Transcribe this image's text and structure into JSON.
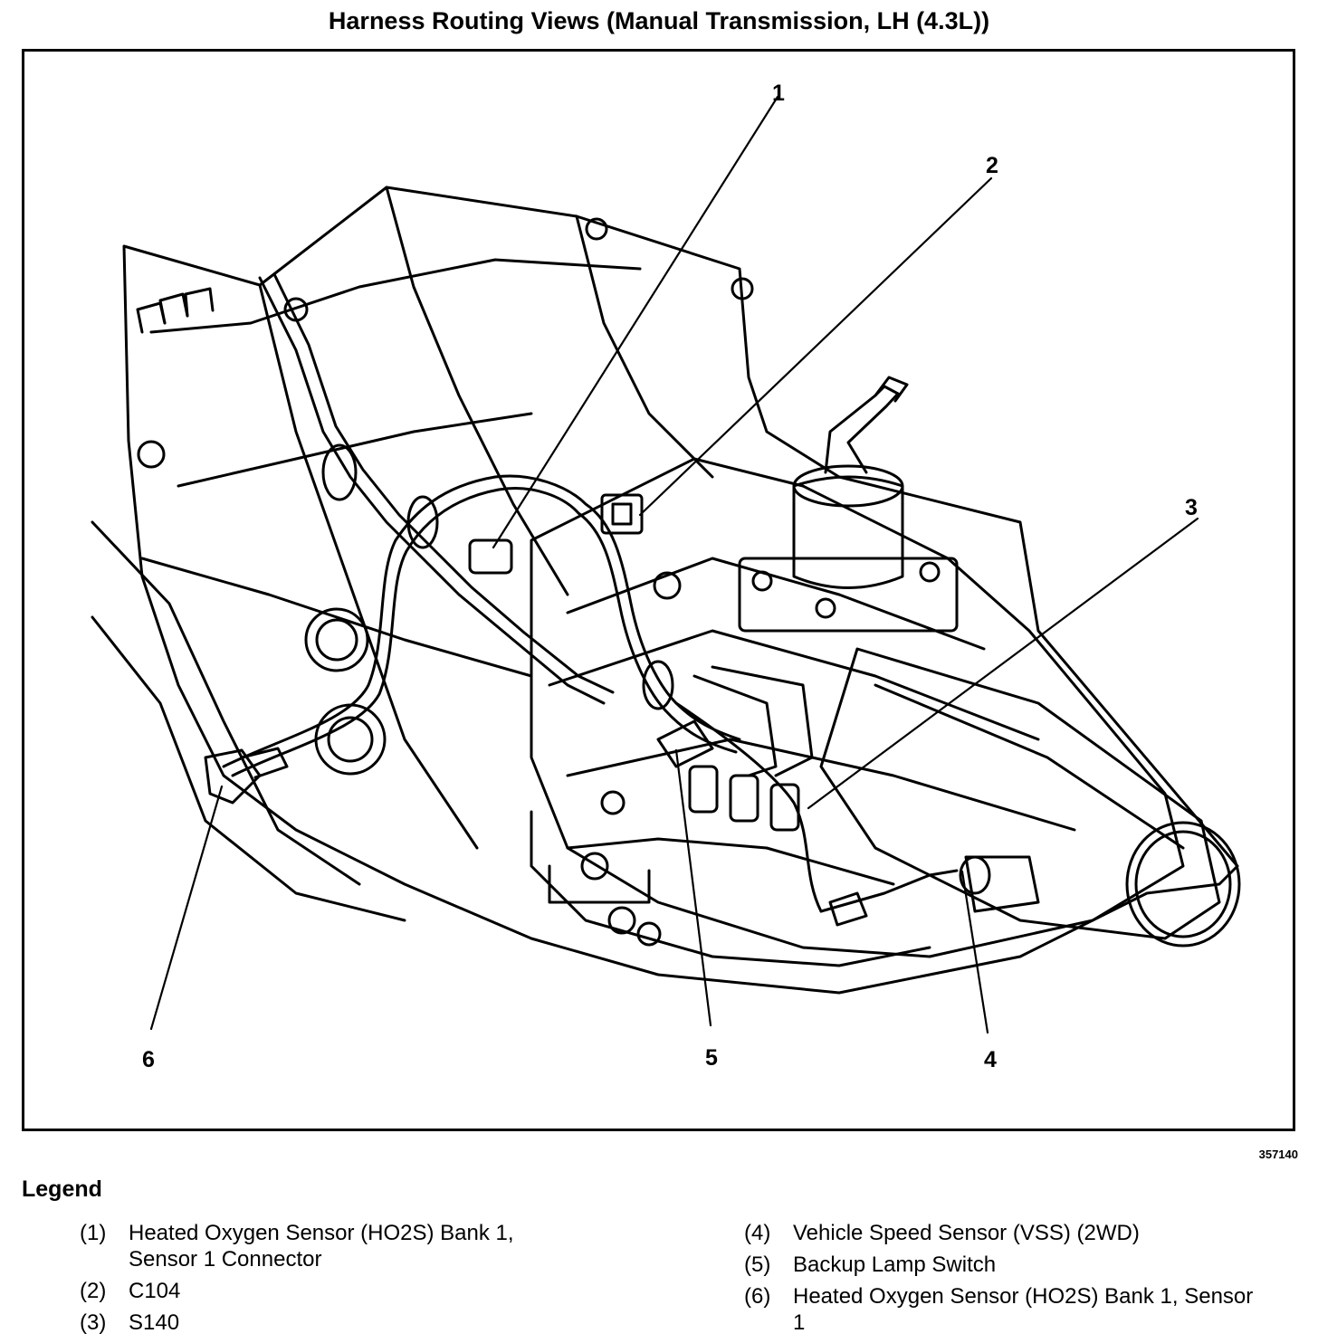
{
  "title": "Harness Routing Views (Manual Transmission, LH (4.3L))",
  "figure_id": "357140",
  "callouts": [
    "1",
    "2",
    "3",
    "4",
    "5",
    "6"
  ],
  "legend": {
    "heading": "Legend",
    "left": [
      {
        "num": "(1)",
        "text": "Heated Oxygen Sensor (HO2S) Bank 1, Sensor 1 Connector"
      },
      {
        "num": "(2)",
        "text": "C104"
      },
      {
        "num": "(3)",
        "text": "S140"
      }
    ],
    "right": [
      {
        "num": "(4)",
        "text": "Vehicle Speed Sensor (VSS) (2WD)"
      },
      {
        "num": "(5)",
        "text": "Backup Lamp Switch"
      },
      {
        "num": "(6)",
        "text": "Heated Oxygen Sensor (HO2S) Bank 1, Sensor 1"
      }
    ]
  }
}
